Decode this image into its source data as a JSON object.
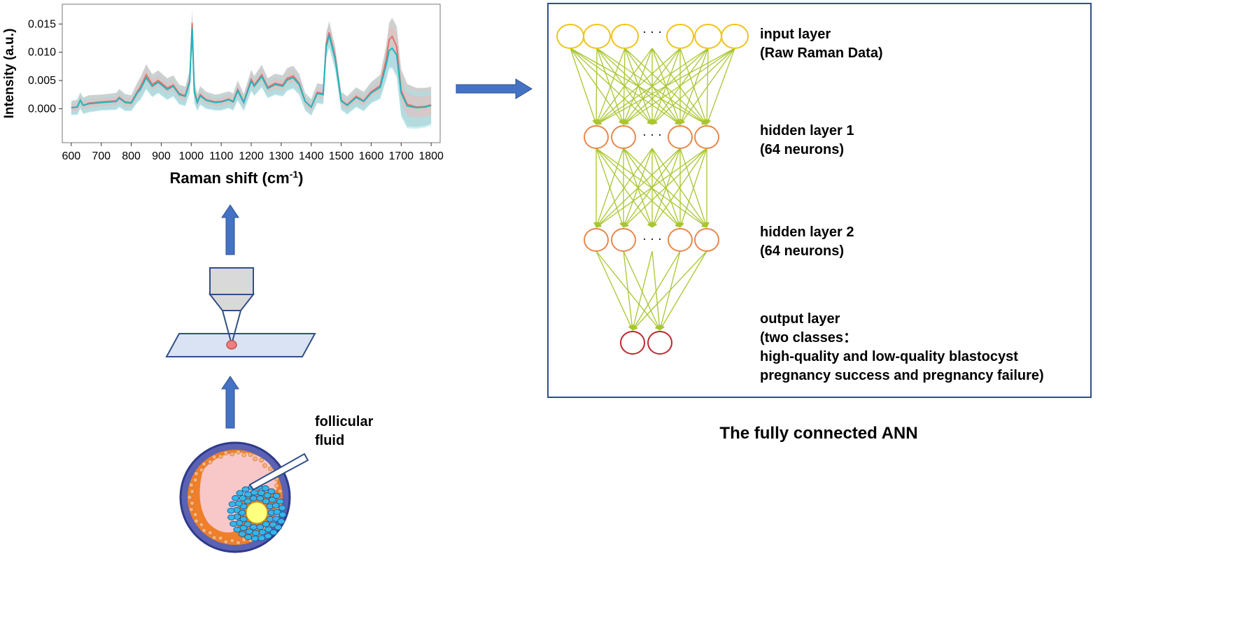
{
  "figure": {
    "caption": "The fully connected ANN"
  },
  "spectrum": {
    "ylabel": "Intensity (a.u.)",
    "xlabel_main": "Raman shift (cm",
    "xlabel_sup": "-1",
    "xlabel_end": ")",
    "chart_data": {
      "type": "line",
      "xlim": [
        570,
        1830
      ],
      "ylim": [
        -0.006,
        0.0185
      ],
      "xticks": [
        600,
        700,
        800,
        900,
        1000,
        1100,
        1200,
        1300,
        1400,
        1500,
        1600,
        1700,
        1800
      ],
      "xtick_labels": [
        "600",
        "700",
        "800",
        "900",
        "1000",
        "1100",
        "1200",
        "1300",
        "1400",
        "1500",
        "1600",
        "1700",
        "1800"
      ],
      "yticks": [
        0.0,
        0.005,
        0.01,
        0.015
      ],
      "ytick_labels": [
        "0.000",
        "0.005",
        "0.010",
        "0.015"
      ],
      "colors": {
        "red": "#e8706a",
        "cyan": "#1fb6bf",
        "red_band": "#f4b6b2",
        "cyan_band": "#9fe4ea",
        "grey_band": "#b9bcbc"
      },
      "series": [
        {
          "color": "red",
          "x": [
            600,
            620,
            630,
            640,
            660,
            700,
            750,
            760,
            780,
            800,
            820,
            830,
            850,
            870,
            890,
            920,
            940,
            960,
            980,
            995,
            1003,
            1010,
            1020,
            1030,
            1050,
            1080,
            1100,
            1125,
            1140,
            1155,
            1175,
            1200,
            1210,
            1235,
            1255,
            1280,
            1305,
            1320,
            1340,
            1360,
            1380,
            1400,
            1420,
            1440,
            1450,
            1460,
            1480,
            1500,
            1520,
            1550,
            1575,
            1600,
            1630,
            1650,
            1660,
            1670,
            1685,
            1700,
            1720,
            1750,
            1780,
            1800
          ],
          "y": [
            0.0002,
            0.0003,
            0.0015,
            0.0006,
            0.001,
            0.0012,
            0.0014,
            0.002,
            0.0012,
            0.0011,
            0.003,
            0.0038,
            0.006,
            0.0043,
            0.005,
            0.0037,
            0.0042,
            0.0027,
            0.0023,
            0.005,
            0.0152,
            0.0033,
            0.0012,
            0.0025,
            0.0016,
            0.0012,
            0.0013,
            0.0017,
            0.0013,
            0.0034,
            0.0012,
            0.0052,
            0.0042,
            0.006,
            0.0038,
            0.0045,
            0.0042,
            0.0054,
            0.0058,
            0.0045,
            0.0013,
            0.0003,
            0.0029,
            0.0027,
            0.0115,
            0.0135,
            0.0092,
            0.0015,
            0.0007,
            0.0022,
            0.0014,
            0.003,
            0.0041,
            0.0087,
            0.0122,
            0.0128,
            0.011,
            0.0032,
            0.0008,
            0.0003,
            0.0004,
            0.0007
          ]
        },
        {
          "color": "cyan",
          "x": [
            600,
            620,
            630,
            640,
            660,
            700,
            750,
            760,
            780,
            800,
            820,
            830,
            850,
            870,
            890,
            920,
            940,
            960,
            980,
            995,
            1003,
            1010,
            1020,
            1030,
            1050,
            1080,
            1100,
            1125,
            1140,
            1155,
            1175,
            1200,
            1210,
            1235,
            1255,
            1280,
            1305,
            1320,
            1340,
            1360,
            1380,
            1400,
            1420,
            1440,
            1450,
            1460,
            1480,
            1500,
            1520,
            1550,
            1575,
            1600,
            1630,
            1650,
            1660,
            1670,
            1685,
            1700,
            1720,
            1750,
            1780,
            1800
          ],
          "y": [
            0.0002,
            0.0003,
            0.0015,
            0.0006,
            0.0009,
            0.0011,
            0.0013,
            0.0019,
            0.0011,
            0.001,
            0.0028,
            0.0034,
            0.0055,
            0.004,
            0.0047,
            0.0034,
            0.004,
            0.0025,
            0.0022,
            0.0047,
            0.0143,
            0.003,
            0.0011,
            0.0023,
            0.0015,
            0.0011,
            0.0012,
            0.0016,
            0.0012,
            0.0032,
            0.0011,
            0.0049,
            0.004,
            0.0057,
            0.0036,
            0.0043,
            0.004,
            0.0051,
            0.0055,
            0.0043,
            0.0013,
            0.0003,
            0.0027,
            0.0025,
            0.011,
            0.013,
            0.0088,
            0.0014,
            0.0006,
            0.002,
            0.0013,
            0.0028,
            0.0038,
            0.0078,
            0.0103,
            0.0107,
            0.0095,
            0.0028,
            0.0005,
            0.0002,
            0.0003,
            0.0006
          ]
        }
      ],
      "band_halfwidth": [
        0.0012,
        0.0013,
        0.0014,
        0.0014,
        0.0014,
        0.0013,
        0.0014,
        0.0015,
        0.0014,
        0.0013,
        0.0016,
        0.0017,
        0.0019,
        0.0018,
        0.0018,
        0.0017,
        0.0017,
        0.0016,
        0.0016,
        0.0018,
        0.0024,
        0.0018,
        0.0014,
        0.0015,
        0.0014,
        0.0013,
        0.0014,
        0.0014,
        0.0014,
        0.0016,
        0.0014,
        0.0017,
        0.0016,
        0.0018,
        0.0016,
        0.0017,
        0.0017,
        0.0018,
        0.0018,
        0.0017,
        0.0015,
        0.0014,
        0.0016,
        0.0016,
        0.0019,
        0.002,
        0.0018,
        0.0015,
        0.0015,
        0.0016,
        0.0016,
        0.0017,
        0.0019,
        0.0025,
        0.003,
        0.0033,
        0.0036,
        0.0038,
        0.0036,
        0.0034,
        0.0033,
        0.0032
      ]
    }
  },
  "sample": {
    "fluid_label_line1": "follicular",
    "fluid_label_line2": "fluid"
  },
  "ann": {
    "ellipsis": "· · ·",
    "colors": {
      "input": "#f0c419",
      "hidden": "#e8874a",
      "output": "#c0272d",
      "edge": "#a9c630",
      "box": "#2f4f86"
    },
    "layers": [
      {
        "title": "input layer",
        "subtitle": "(Raw Raman Data)"
      },
      {
        "title": "hidden layer 1",
        "subtitle": "(64 neurons)"
      },
      {
        "title": "hidden layer 2",
        "subtitle": "(64 neurons)"
      },
      {
        "title": "output layer",
        "lines": [
          "(two classes：",
          "high-quality  and low-quality  blastocyst",
          "pregnancy success and pregnancy failure)"
        ]
      }
    ]
  }
}
